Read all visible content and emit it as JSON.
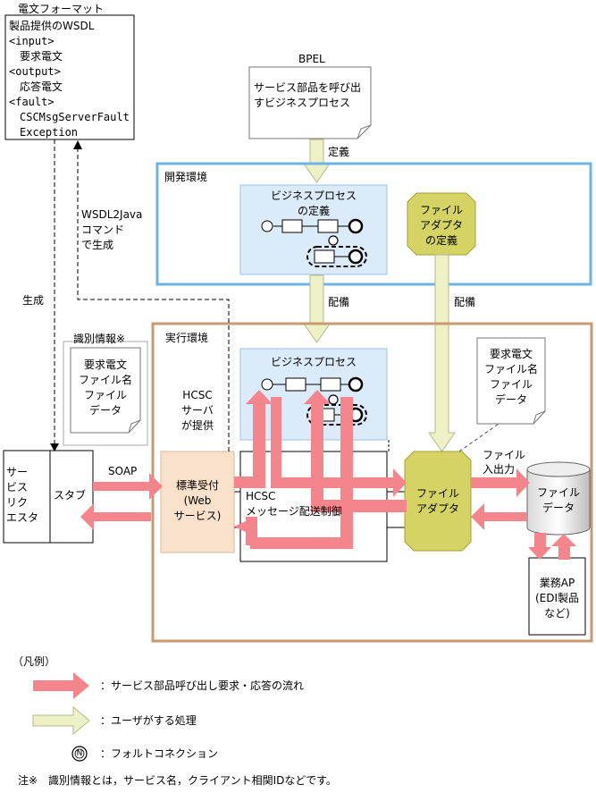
{
  "wsdl": {
    "title": "電文フォーマット",
    "heading": "製品提供のWSDL",
    "input_tag": "<input>",
    "input_value": "要求電文",
    "output_tag": "<output>",
    "output_value": "応答電文",
    "fault_tag": "<fault>",
    "fault_value_1": "CSCMsgServerFault",
    "fault_value_2": "Exception"
  },
  "bpel": {
    "label": "BPEL",
    "doc_line1": "サービス部品を呼び出",
    "doc_line2": "すビジネスプロセス",
    "define_label": "定義"
  },
  "dev": {
    "title": "開発環境",
    "bp_def_line1": "ビジネスプロセス",
    "bp_def_line2": "の定義",
    "fa_def_line1": "ファイル",
    "fa_def_line2": "アダプタ",
    "fa_def_line3": "の定義"
  },
  "deploy_label_1": "配備",
  "deploy_label_2": "配備",
  "wsdl2java": {
    "line1": "WSDL2Java",
    "line2": "コマンド",
    "line3": "で生成"
  },
  "generate_label": "生成",
  "id_info": {
    "title": "識別情報※",
    "line1": "要求電文",
    "line2": "ファイル名",
    "line3": "ファイル",
    "line4": "データ"
  },
  "exec": {
    "title": "実行環境",
    "bp_label": "ビジネスプロセス",
    "hcsc_provides_1": "HCSC",
    "hcsc_provides_2": "サーバ",
    "hcsc_provides_3": "が提供",
    "req_doc_1": "要求電文",
    "req_doc_2": "ファイル名",
    "req_doc_3": "ファイル",
    "req_doc_4": "データ",
    "std_recv_1": "標準受付",
    "std_recv_2": "(Web",
    "std_recv_3": "サービス)",
    "hcsc_ctrl_1": "HCSC",
    "hcsc_ctrl_2": "メッセージ配送制御",
    "file_adapter_1": "ファイル",
    "file_adapter_2": "アダプタ",
    "file_io_1": "ファイル",
    "file_io_2": "入出力",
    "file_data_1": "ファイル",
    "file_data_2": "データ",
    "biz_ap_1": "業務AP",
    "biz_ap_2": "(EDI製品",
    "biz_ap_3": "など)"
  },
  "requester": {
    "line1": "サー",
    "line2": "ビス",
    "line3": "リク",
    "line4": "エスタ"
  },
  "stub_label": "スタブ",
  "soap_label": "SOAP",
  "legend": {
    "title": "（凡例）",
    "red_arrow": "：サービス部品呼び出し要求・応答の流れ",
    "yellow_arrow": "：ユーザがする処理",
    "fault_symbol": "N",
    "fault_conn": "：フォルトコネクション"
  },
  "note": "注※　識別情報とは，サービス名，クライアント相関IDなどです。",
  "colors": {
    "red_flow": "#f4858c",
    "yellow_flow": "#eef0c6",
    "dev_border": "#6db3ea",
    "exec_border": "#c89a70",
    "bp_fill": "#dcebfa",
    "adapter_fill": "#d4d364",
    "std_recv_fill": "#f9e1cc"
  }
}
